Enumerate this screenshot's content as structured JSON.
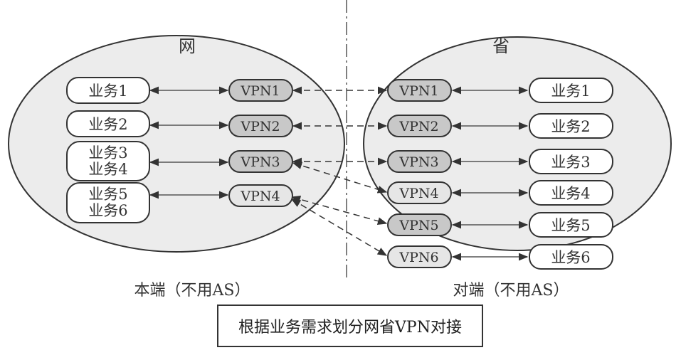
{
  "left_region": {
    "title": "网",
    "footer": "本端（不用AS）",
    "services": [
      "业务1",
      "业务2",
      "业务3",
      "业务4",
      "业务5",
      "业务6"
    ],
    "vpns": [
      "VPN1",
      "VPN2",
      "VPN3",
      "VPN4"
    ]
  },
  "right_region": {
    "title": "省",
    "footer": "对端（不用AS）",
    "services": [
      "业务1",
      "业务2",
      "业务3",
      "业务4",
      "业务5",
      "业务6"
    ],
    "vpns": [
      "VPN1",
      "VPN2",
      "VPN3",
      "VPN4",
      "VPN5",
      "VPN6"
    ]
  },
  "caption": "根据业务需求划分网省VPN对接",
  "colors": {
    "ellipse_fill": "#ececec",
    "vpn_gray": "#c8c8c8",
    "vpn_light": "#e6e6e6",
    "stroke": "#333333"
  }
}
